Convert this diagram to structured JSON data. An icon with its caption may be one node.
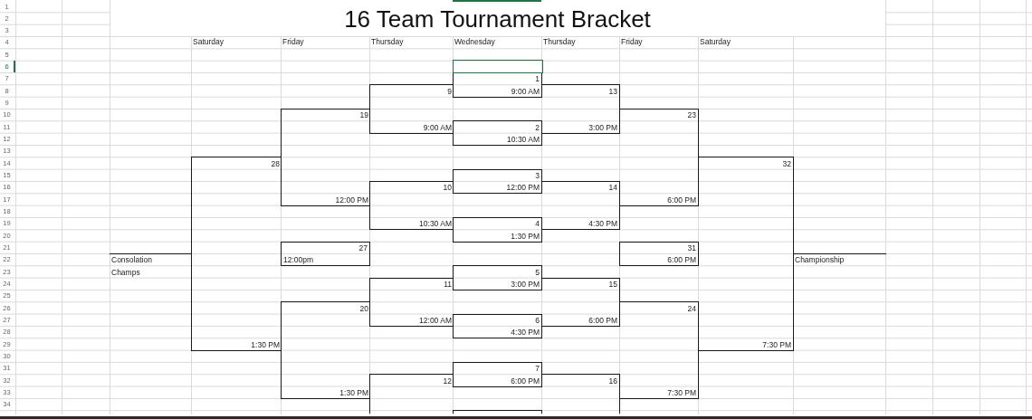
{
  "diagram": {
    "title": "16 Team Tournament Bracket",
    "nodes": [
      {
        "text": [
          "1",
          "9:00 AM"
        ]
      },
      {
        "text": [
          "9",
          "9:00 AM"
        ]
      },
      {
        "text": [
          "13",
          "3:00 PM"
        ]
      },
      {
        "text": [
          "19",
          "12:00 PM"
        ]
      },
      {
        "text": [
          "23",
          "6:00 PM"
        ]
      },
      {
        "text": [
          "2",
          "10:30 AM"
        ]
      },
      {
        "text": [
          "28",
          "1:30 PM"
        ]
      },
      {
        "text": [
          "32",
          "7:30 PM"
        ]
      },
      {
        "text": [
          "3",
          "12:00 PM"
        ]
      },
      {
        "text": [
          "10",
          "10:30 AM"
        ]
      },
      {
        "text": [
          "14",
          "4:30 PM"
        ]
      },
      {
        "text": [
          "4",
          "1:30 PM"
        ]
      },
      {
        "text": [
          "27",
          "12:00pm"
        ]
      },
      {
        "text": [
          "31",
          "6:00 PM"
        ]
      },
      {
        "text": [
          "Consolation Champs"
        ]
      },
      {
        "text": [
          "Championship"
        ]
      },
      {
        "text": [
          "5",
          "3:00 PM"
        ]
      },
      {
        "text": [
          "11",
          "12:00 AM"
        ]
      },
      {
        "text": [
          "15",
          "6:00 PM"
        ]
      },
      {
        "text": [
          "20",
          "1:30 PM"
        ]
      },
      {
        "text": [
          "24",
          "7:30 PM"
        ]
      },
      {
        "text": [
          "6",
          "4:30 PM"
        ]
      },
      {
        "text": [
          "7",
          "6:00 PM"
        ]
      },
      {
        "text": [
          "12"
        ]
      },
      {
        "text": [
          "16"
        ]
      },
      {
        "text": [],
        "shape": "box"
      }
    ],
    "labels": [
      "1",
      "2",
      "3",
      "4",
      "Saturday",
      "Friday",
      "Thursday",
      "Wednesday",
      "Thursday",
      "Friday",
      "Saturday",
      "5",
      "6",
      "7",
      "8",
      "9",
      "10",
      "11",
      "12",
      "13",
      "14",
      "15",
      "16",
      "17",
      "18",
      "19",
      "20",
      "21",
      "22",
      "23",
      "24",
      "25",
      "26",
      "27",
      "28",
      "29",
      "30",
      "31",
      "32",
      "33",
      "34"
    ]
  }
}
